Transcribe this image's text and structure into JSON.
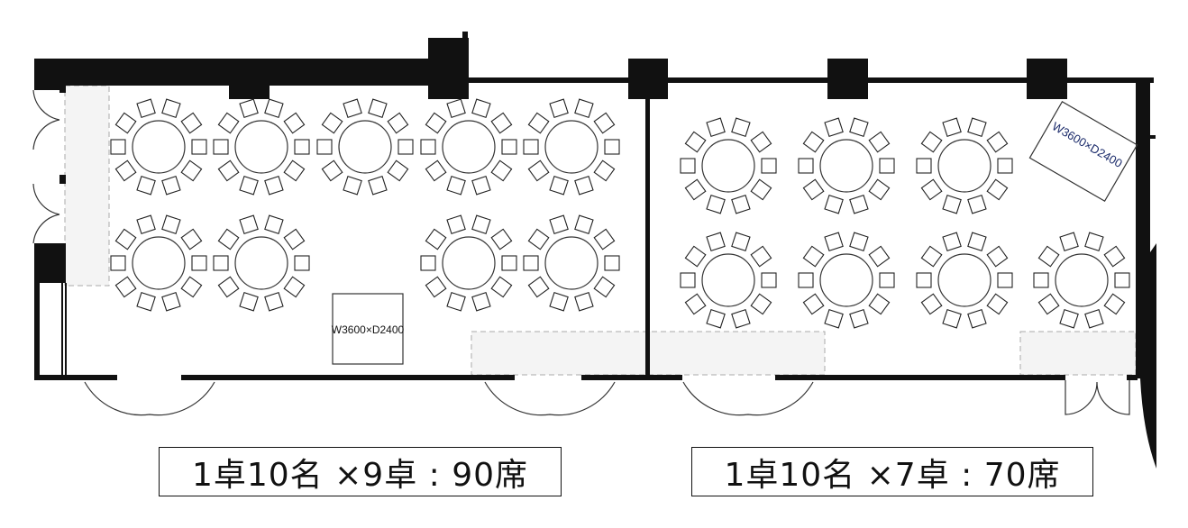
{
  "rooms": [
    {
      "name": "left-room",
      "caption": "1卓10名 ×9卓 : 90席",
      "table_count": 9,
      "seats_per_table": 10
    },
    {
      "name": "right-room",
      "caption": "1卓10名 ×7卓 : 70席",
      "table_count": 7,
      "seats_per_table": 10
    }
  ],
  "stage_labels": {
    "left": "W3600×D2400",
    "right": "W3600×D2400"
  },
  "colors": {
    "wall": "#111111",
    "area": "#f4f4f4",
    "line": "#333333"
  }
}
